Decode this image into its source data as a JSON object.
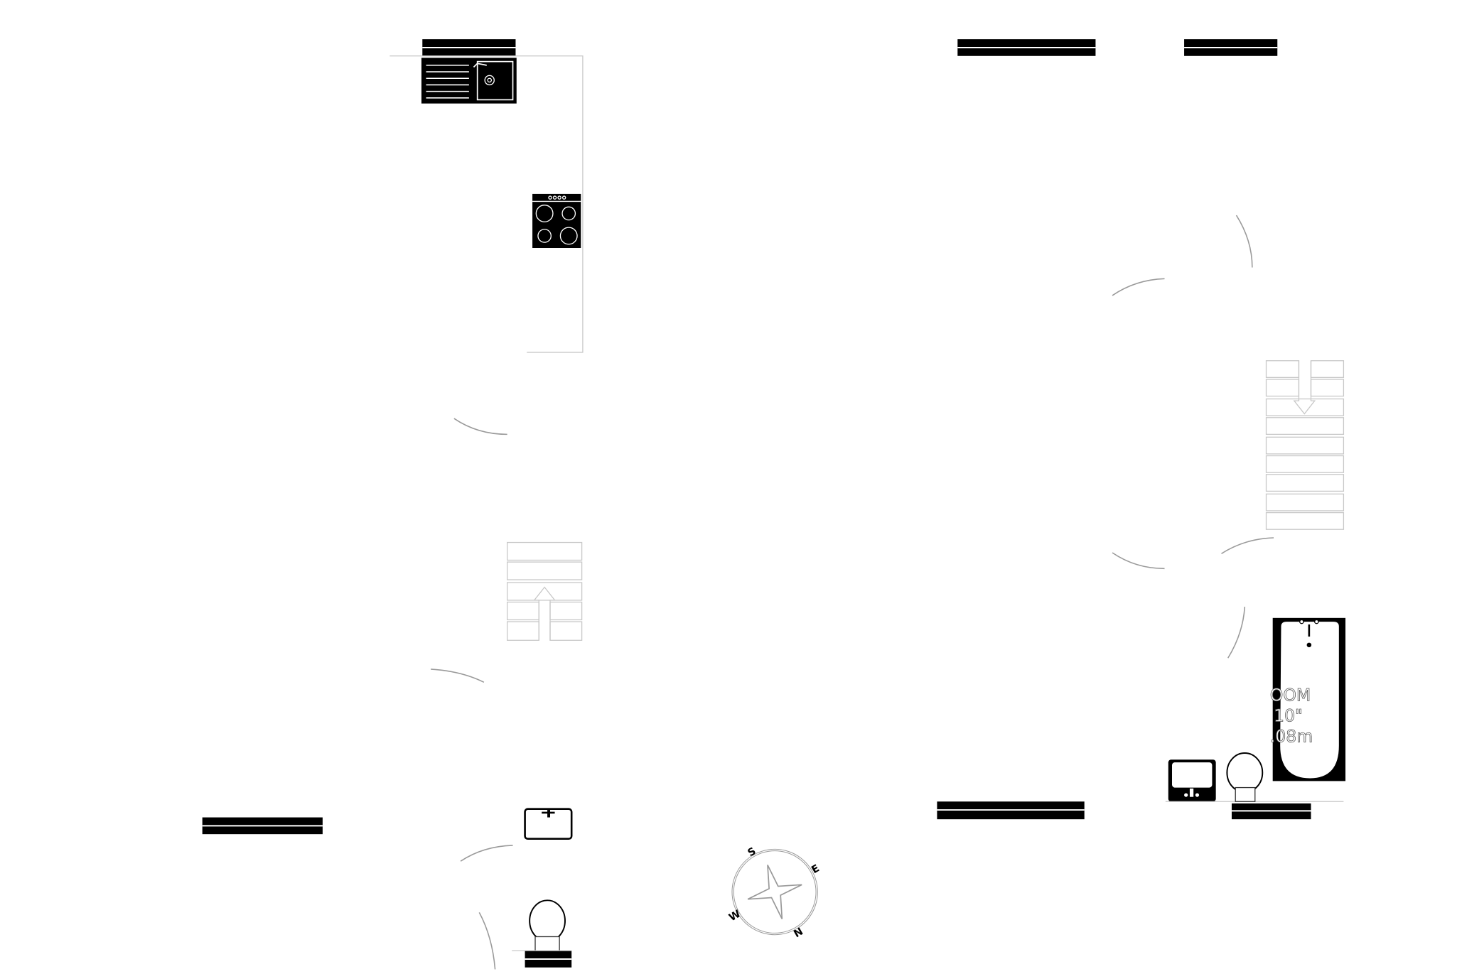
{
  "plan": {
    "room_label_partial": [
      "OOM",
      "10\"",
      ".08m"
    ],
    "compass": {
      "n": "N",
      "e": "E",
      "s": "S",
      "w": "W"
    }
  },
  "colors": {
    "fixture": "#000000",
    "door_arc": "#9a9a9a",
    "outline": "#c8c8c8"
  }
}
